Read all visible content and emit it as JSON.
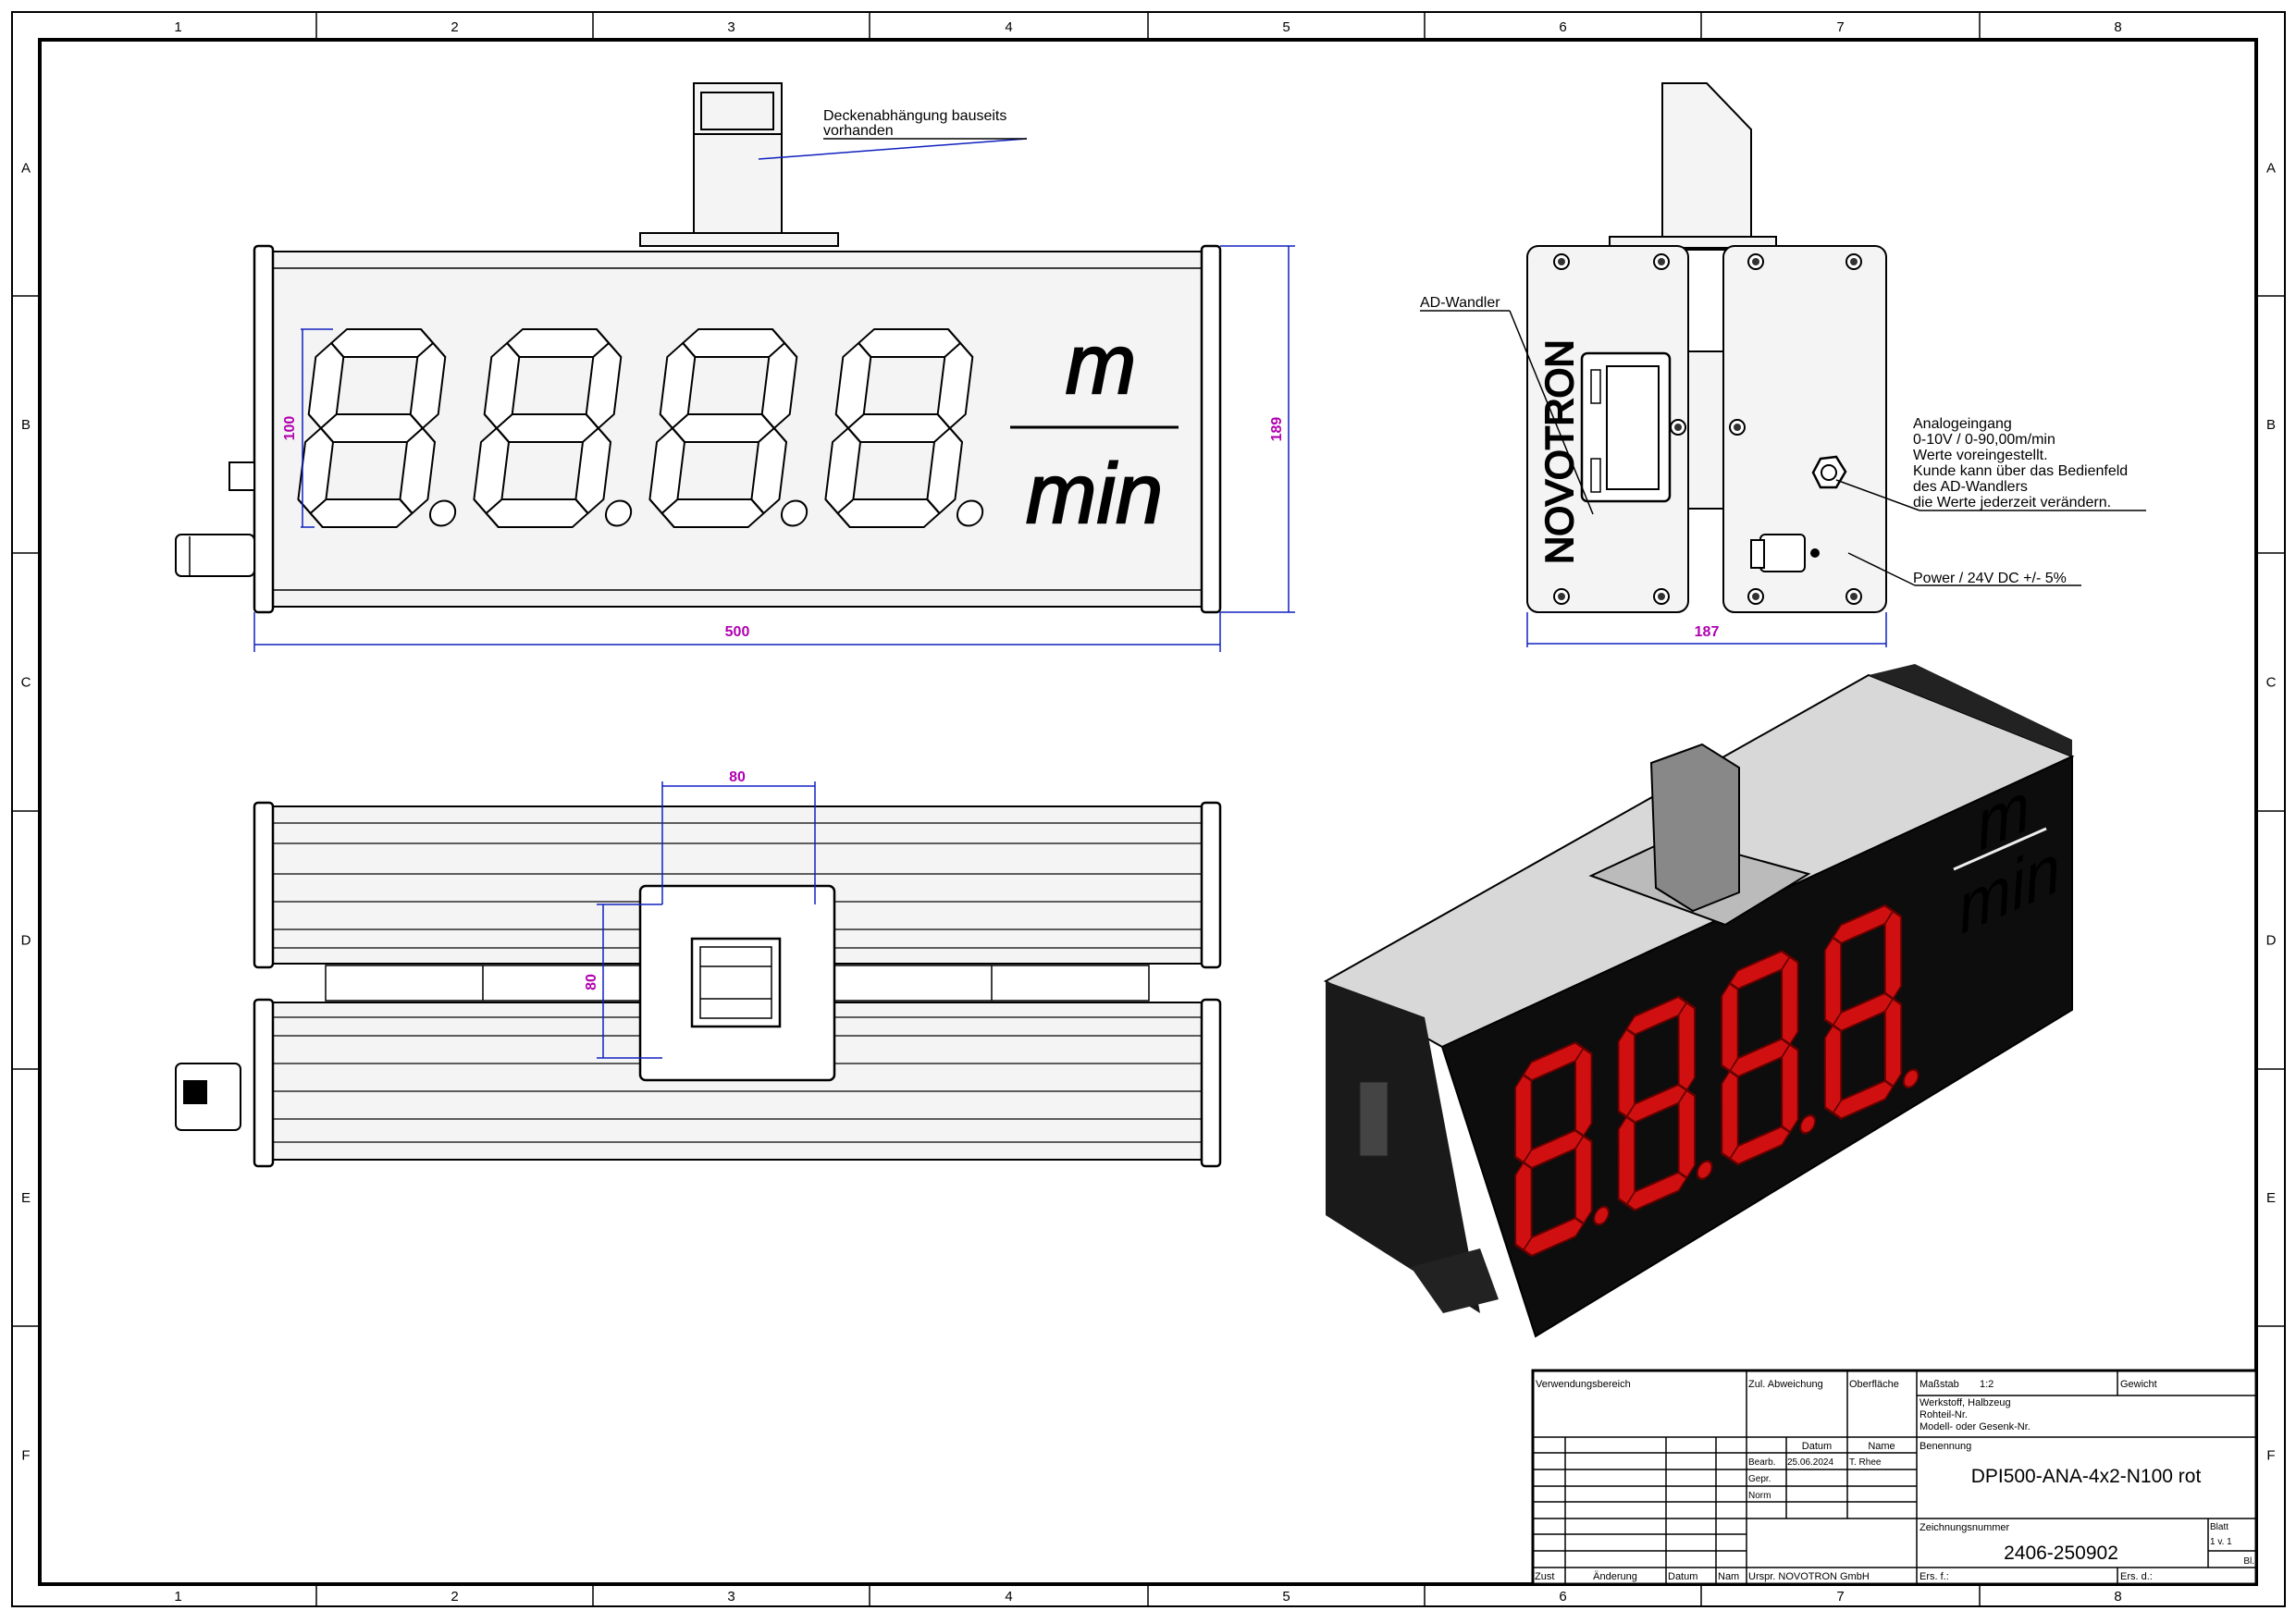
{
  "zones": {
    "columns": [
      "1",
      "2",
      "3",
      "4",
      "5",
      "6",
      "7",
      "8"
    ],
    "rows": [
      "A",
      "B",
      "C",
      "D",
      "E",
      "F"
    ]
  },
  "annotations": {
    "ceiling_mount_line1": "Deckenabhängung bauseits",
    "ceiling_mount_line2": "vorhanden",
    "ad_converter": "AD-Wandler",
    "analog_input": [
      "Analogeingang",
      "0-10V / 0-90,00m/min",
      "Werte voreingestellt.",
      "Kunde kann über das Bedienfeld",
      "des AD-Wandlers",
      "die Werte jederzeit verändern."
    ],
    "power": "Power / 24V DC +/- 5%"
  },
  "dimensions": {
    "width": "500",
    "height": "189",
    "digit_height": "100",
    "depth": "187",
    "hole_spacing_x": "80",
    "hole_spacing_y": "80"
  },
  "display": {
    "unit_top": "m",
    "unit_bottom": "min",
    "brand": "NOVOTRON",
    "digit_count": 4,
    "iso_digit_color": "#d01010"
  },
  "title_block": {
    "verwendungsbereich": "Verwendungsbereich",
    "zul_abweichung": "Zul. Abweichung",
    "oberflaeche": "Oberfläche",
    "massstab_label": "Maßstab",
    "massstab_value": "1:2",
    "gewicht": "Gewicht",
    "werkstoff": "Werkstoff, Halbzeug",
    "rohteil": "Rohteil-Nr.",
    "modell": "Modell- oder Gesenk-Nr.",
    "datum_header": "Datum",
    "name_header": "Name",
    "bearb": "Bearb.",
    "bearb_datum": "25.06.2024",
    "bearb_name": "T. Rhee",
    "gepr": "Gepr.",
    "norm": "Norm",
    "benennung_label": "Benennung",
    "benennung": "DPI500-ANA-4x2-N100 rot",
    "zeichnungsnummer_label": "Zeichnungsnummer",
    "zeichnungsnummer": "2406-250902",
    "blatt_label": "Blatt",
    "blatt_value": "1 v. 1",
    "bl": "Bl.",
    "zust": "Zust",
    "aenderung": "Änderung",
    "datum": "Datum",
    "nam": "Nam",
    "urspr": "Urspr.  NOVOTRON GmbH",
    "ers_f": "Ers. f.:",
    "ers_d": "Ers. d.:"
  }
}
